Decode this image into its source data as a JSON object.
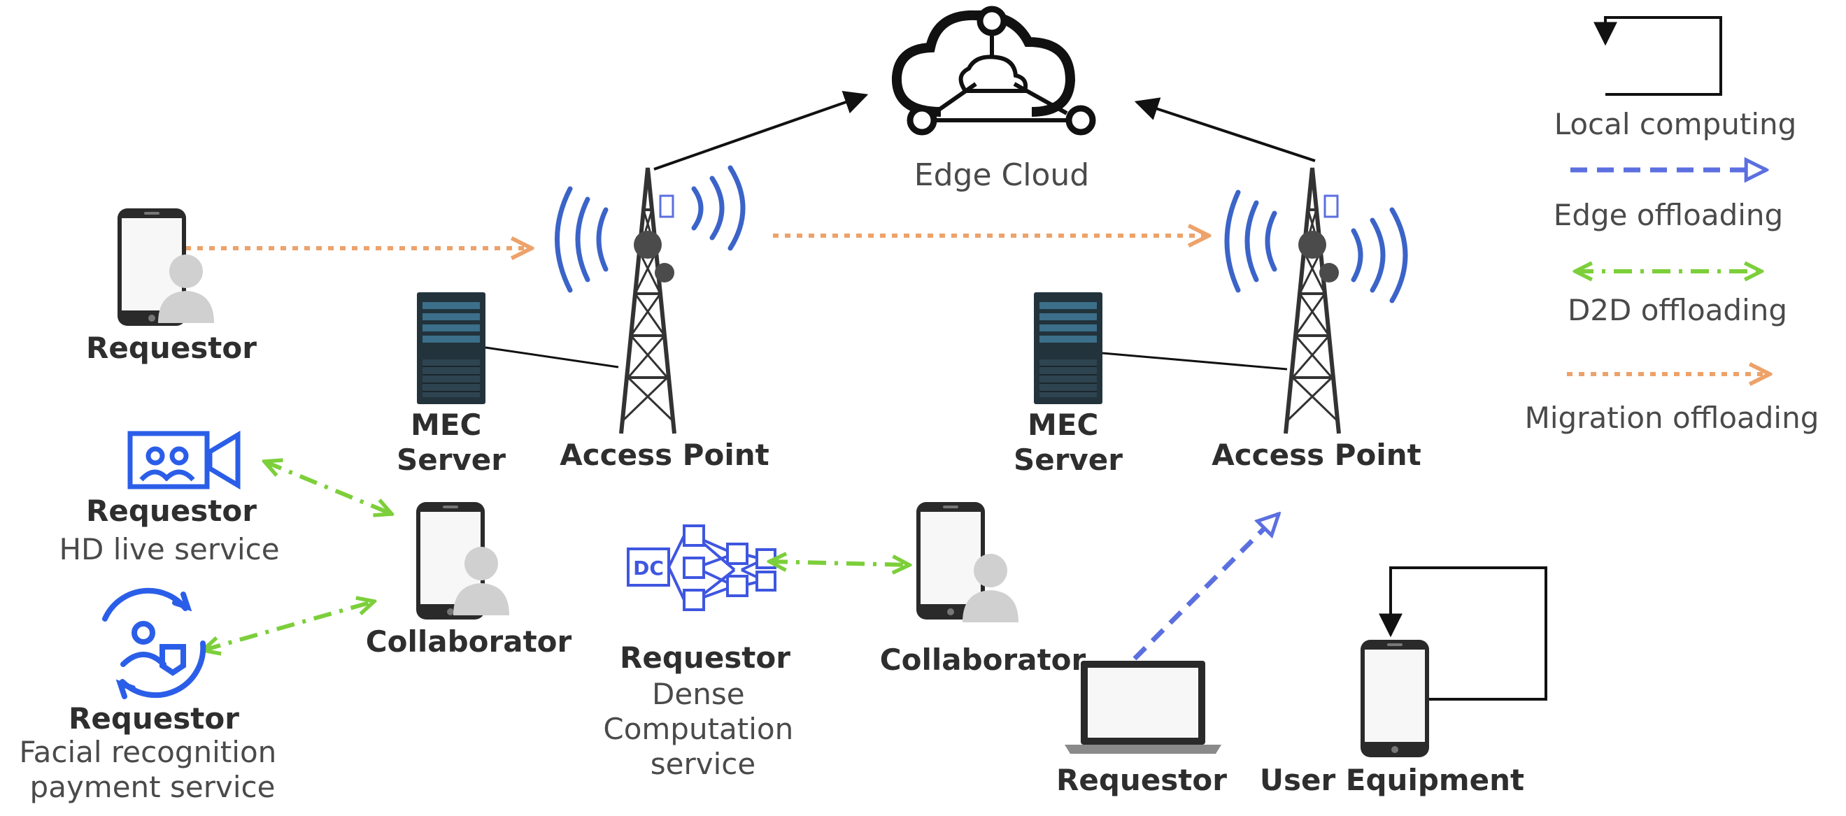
{
  "colors": {
    "edge_offloading": "#5b6fe0",
    "d2d_offloading": "#7ccf3a",
    "migration_offloading": "#eda26a",
    "local_computing": "#111111",
    "service_icons": "#2b5ee8",
    "server_dark": "#22333c"
  },
  "labels": {
    "edge_cloud": "Edge Cloud",
    "access_point_left": "Access Point",
    "access_point_right": "Access Point",
    "mec_left": [
      "MEC",
      "Server"
    ],
    "mec_right": [
      "MEC",
      "Server"
    ],
    "requestor_top": "Requestor",
    "requestor_hd": "Requestor",
    "hd_service": "HD live service",
    "collaborator_left": "Collaborator",
    "requestor_face": "Requestor",
    "face_service": [
      "Facial recognition",
      "payment service"
    ],
    "requestor_dc": "Requestor",
    "dc_service": [
      "Dense",
      "Computation",
      "service"
    ],
    "dc_icon_text": "DC",
    "collaborator_right": "Collaborator",
    "requestor_laptop": "Requestor",
    "user_equipment": "User Equipment"
  },
  "legend": {
    "local_computing": "Local computing",
    "edge_offloading": "Edge offloading",
    "d2d_offloading": "D2D offloading",
    "migration_offloading": "Migration offloading"
  },
  "icons": [
    "cloud-network-icon",
    "cell-tower-icon",
    "server-rack-icon",
    "smartphone-icon",
    "person-icon",
    "video-camera-icon",
    "face-payment-icon",
    "neural-network-icon",
    "laptop-icon"
  ]
}
